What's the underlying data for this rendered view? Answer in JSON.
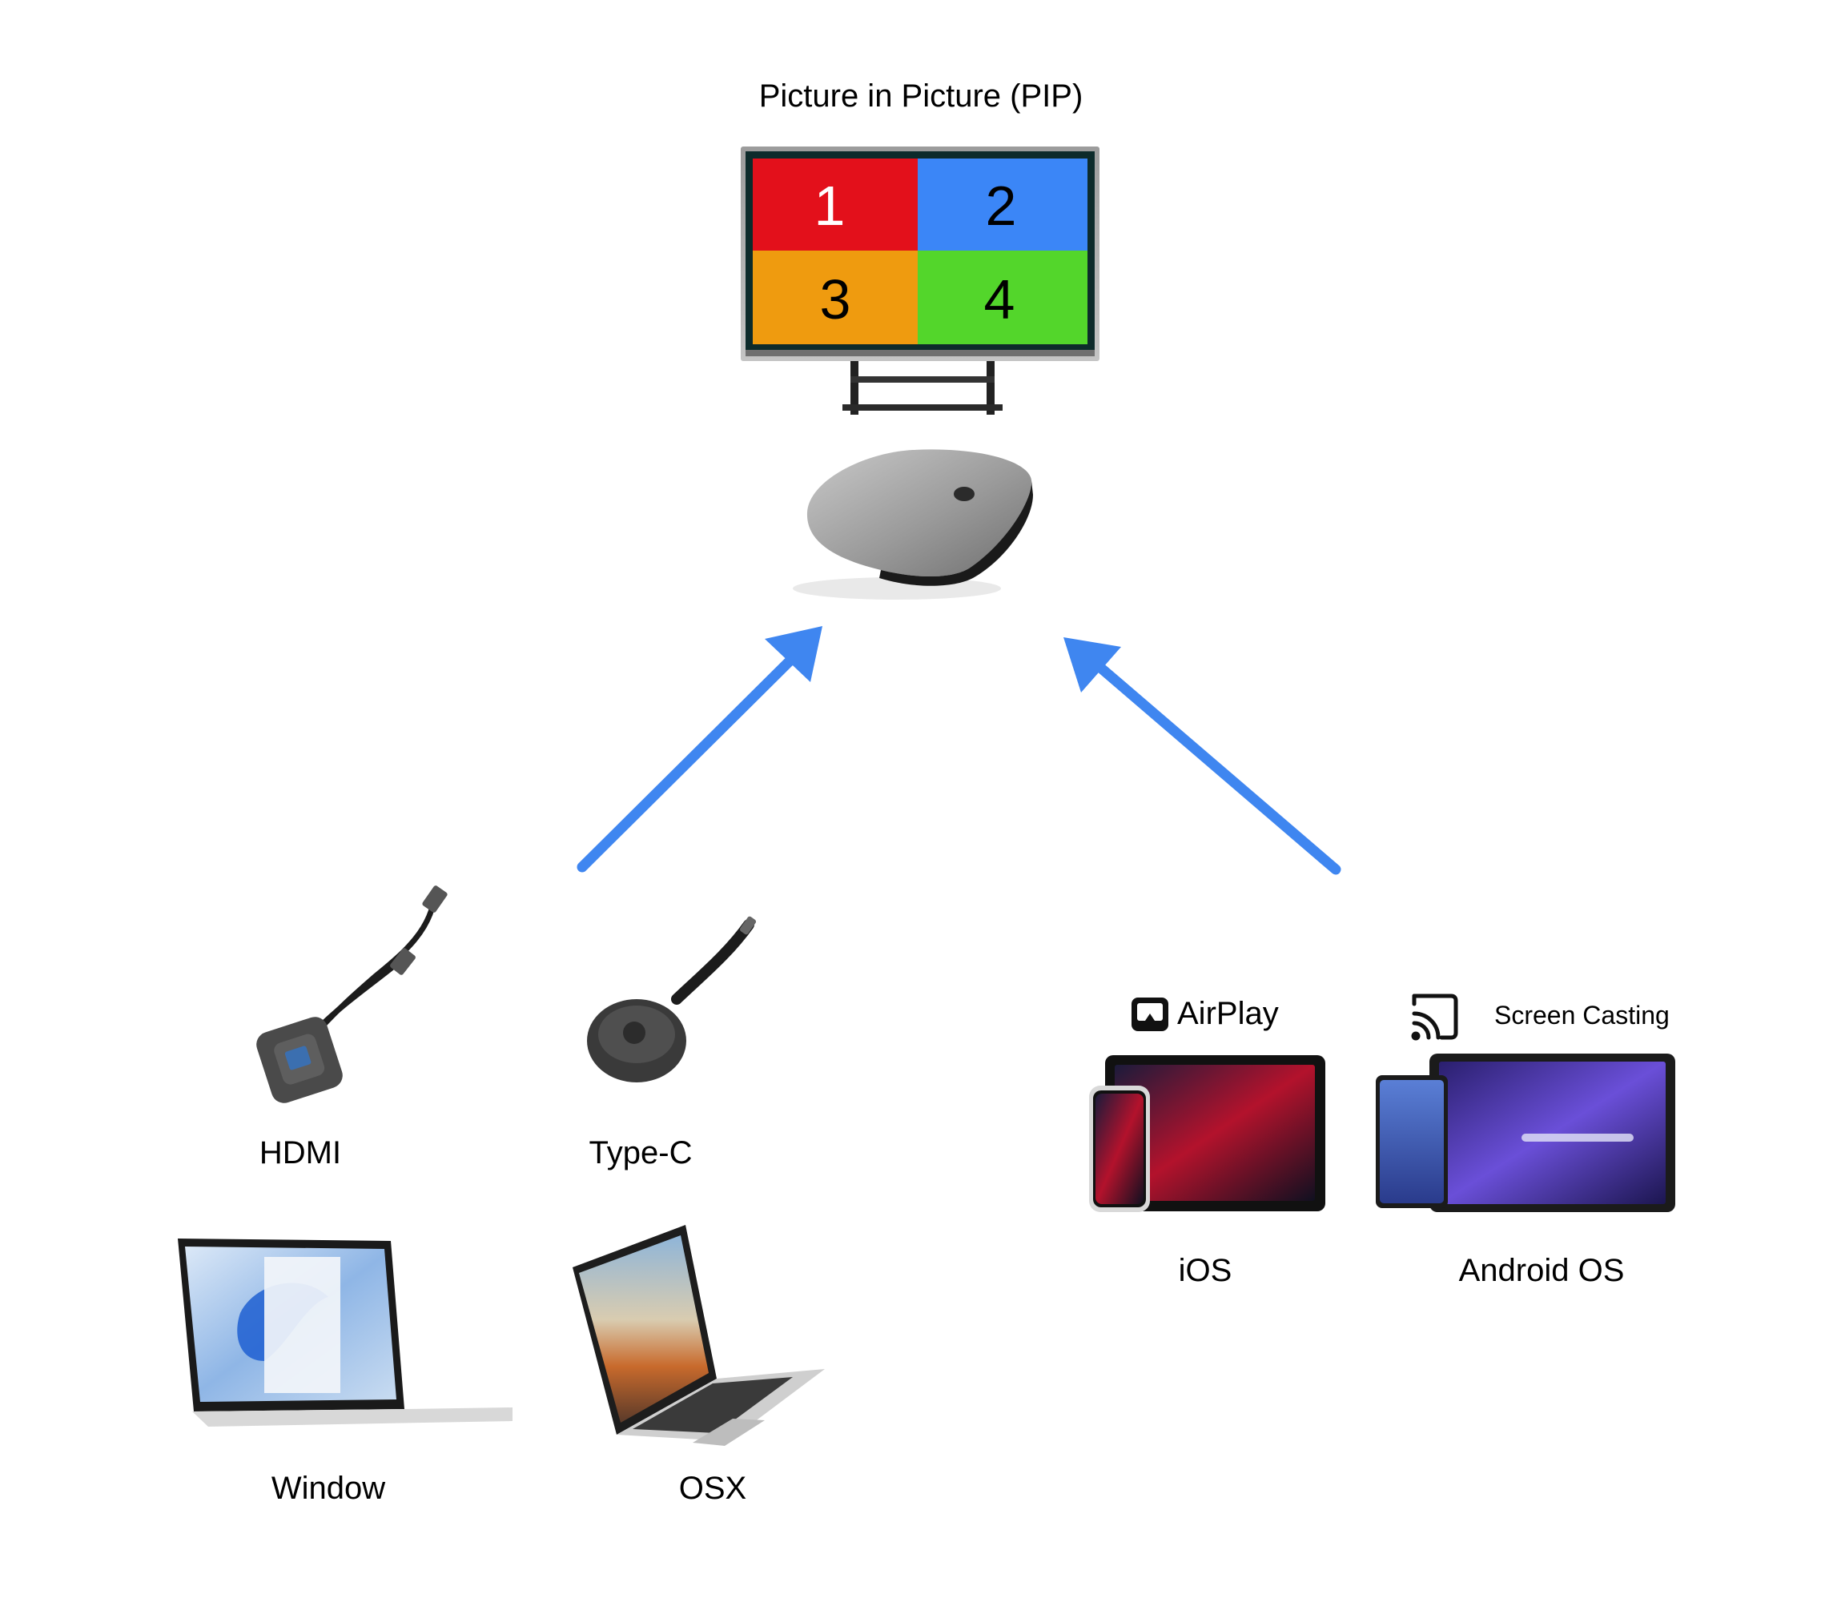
{
  "title": "Picture in Picture (PIP)",
  "display": {
    "quadrants": [
      {
        "number": "1",
        "color": "#e3101b"
      },
      {
        "number": "2",
        "color": "#3b86f7"
      },
      {
        "number": "3",
        "color": "#ef9b0f"
      },
      {
        "number": "4",
        "color": "#53d62b"
      }
    ]
  },
  "arrow_color": "#3f86f0",
  "sources": {
    "hdmi": "HDMI",
    "typec": "Type-C",
    "windows": "Window",
    "osx": "OSX",
    "airplay": "AirPlay",
    "screen_casting": "Screen Casting",
    "ios": "iOS",
    "android": "Android OS"
  }
}
